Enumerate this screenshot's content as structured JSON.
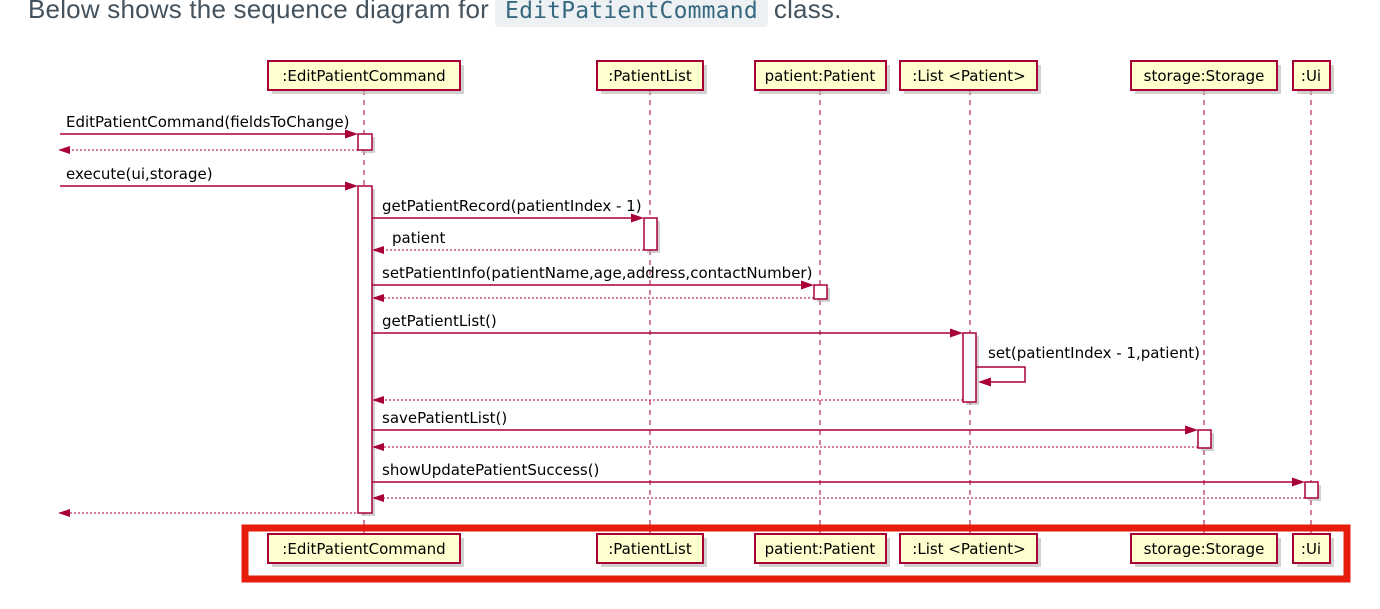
{
  "page": {
    "title_prefix": "Below shows the sequence diagram for",
    "title_code": "EditPatientCommand",
    "title_suffix": "class."
  },
  "colors": {
    "participant-fill": "#FEFECE",
    "participant-border": "#A80036",
    "arrow": "#A80036",
    "highlight": "#E81C0D",
    "title-text": "#44535E",
    "code-text": "#36687F",
    "code-bg": "#EEF1F3"
  },
  "participants": [
    {
      "label": ":EditPatientCommand"
    },
    {
      "label": ":PatientList"
    },
    {
      "label": "patient:Patient"
    },
    {
      "label": ":List <Patient>"
    },
    {
      "label": "storage:Storage"
    },
    {
      "label": ":Ui"
    }
  ],
  "messages": [
    {
      "type": "call",
      "label": "EditPatientCommand(fieldsToChange)"
    },
    {
      "type": "return",
      "label": ""
    },
    {
      "type": "call",
      "label": "execute(ui,storage)"
    },
    {
      "type": "call",
      "label": "getPatientRecord(patientIndex - 1)"
    },
    {
      "type": "return",
      "label": "patient"
    },
    {
      "type": "call",
      "label": "setPatientInfo(patientName,age,address,contactNumber)"
    },
    {
      "type": "return",
      "label": ""
    },
    {
      "type": "call",
      "label": "getPatientList()"
    },
    {
      "type": "self",
      "label": "set(patientIndex - 1,patient)"
    },
    {
      "type": "return",
      "label": ""
    },
    {
      "type": "call",
      "label": "savePatientList()"
    },
    {
      "type": "return",
      "label": ""
    },
    {
      "type": "call",
      "label": "showUpdatePatientSuccess()"
    },
    {
      "type": "return",
      "label": ""
    },
    {
      "type": "return",
      "label": ""
    }
  ],
  "annotation": {
    "shape": "red-highlight-rectangle",
    "purpose": "highlights repeated participant footer row"
  }
}
